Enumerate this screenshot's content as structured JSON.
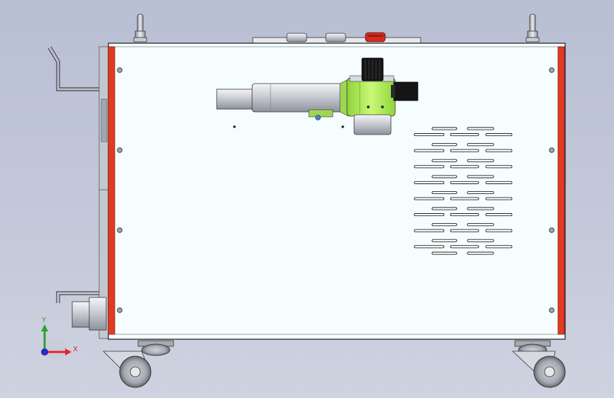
{
  "viewport": {
    "background_top": "#b9bfd3",
    "background_bottom": "#cfd3e0"
  },
  "model": {
    "panel_fill": "#f5fdfe",
    "edge_color": "#1b1b1b",
    "rail_color": "#e43a22",
    "accent_green": "#b6f25a",
    "metal_light": "#e8eaef",
    "metal_mid": "#a9adb6",
    "knob_dark": "#151515",
    "button_red": "#d32a22",
    "vent_slot_rows": 8
  },
  "triad": {
    "x_label": "X",
    "y_label": "Y",
    "x_color": "#e3262a",
    "y_color": "#2fa12f",
    "z_color": "#2a2ae0",
    "x_icon": "x-axis-arrow-icon",
    "y_icon": "y-axis-arrow-icon",
    "z_icon": "z-axis-dot-icon"
  }
}
